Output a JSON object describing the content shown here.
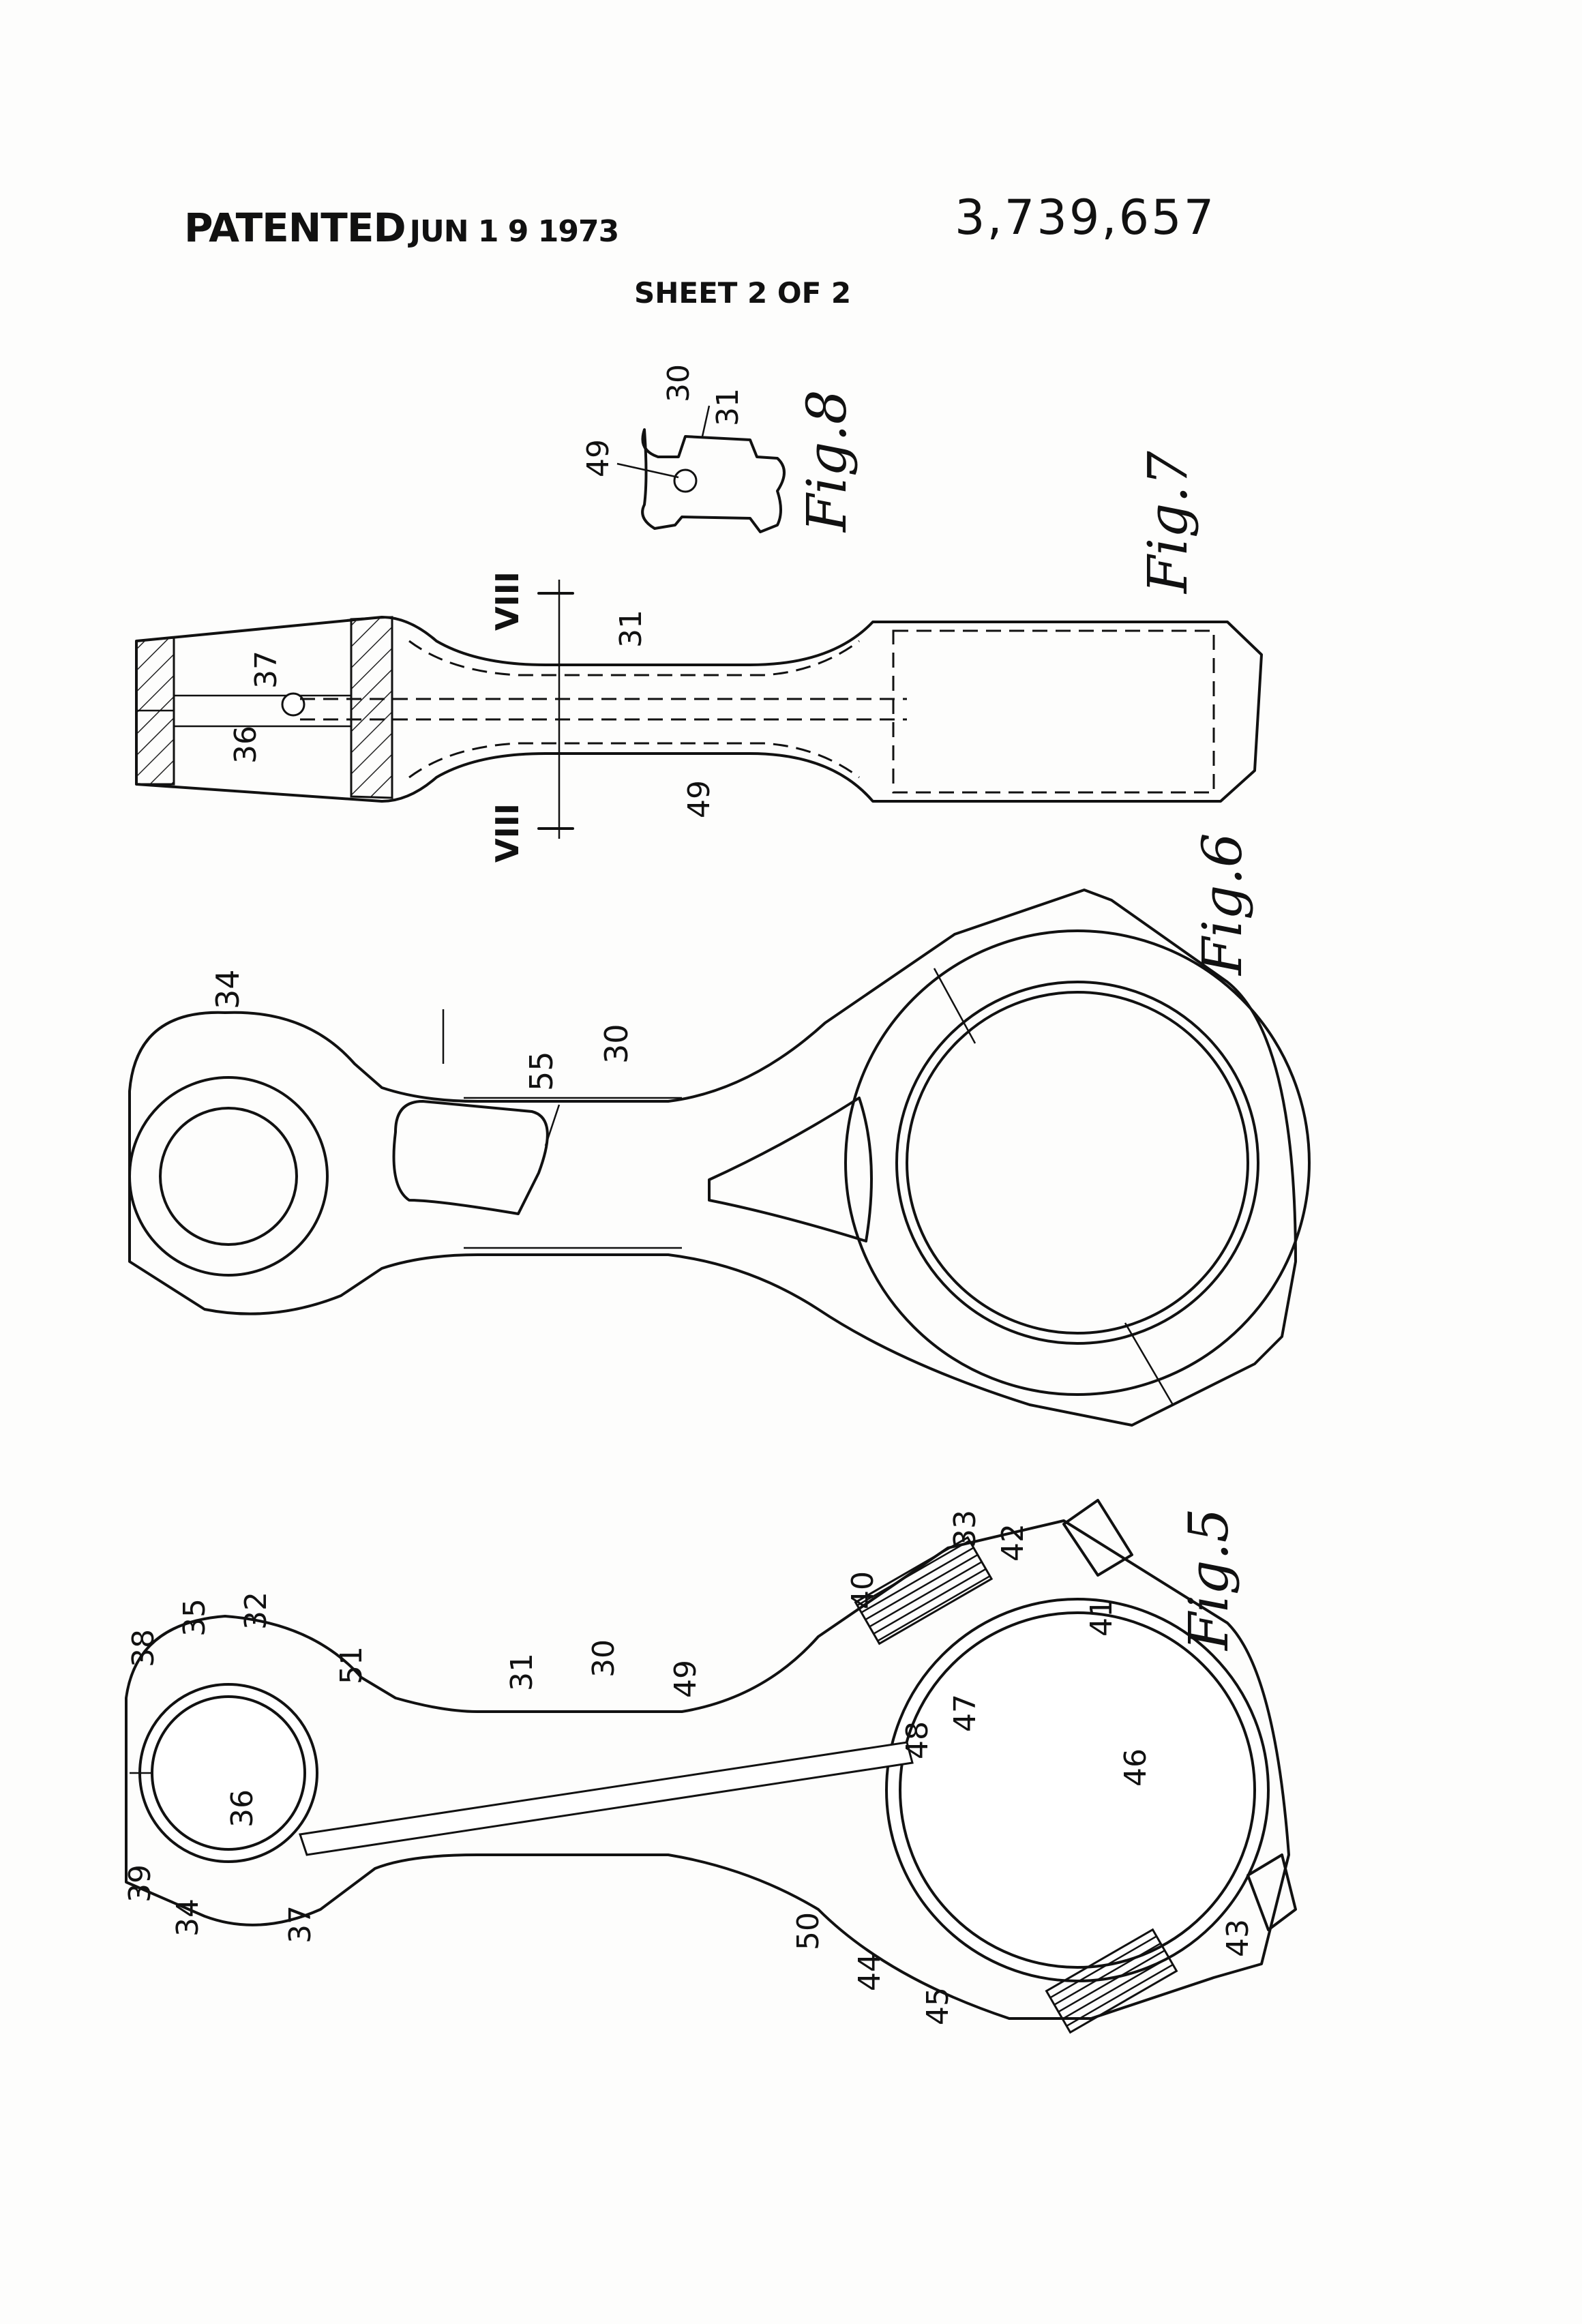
{
  "header": {
    "patented_label": "PATENTED",
    "patented_date": "JUN 1 9 1973",
    "patent_number": "3,739,657",
    "sheet": "SHEET 2 OF 2"
  },
  "figures": {
    "fig5": {
      "caption": "Fig.5",
      "reference_numerals": [
        "30",
        "31",
        "32",
        "33",
        "34",
        "35",
        "36",
        "37",
        "38",
        "39",
        "40",
        "41",
        "42",
        "43",
        "44",
        "45",
        "46",
        "47",
        "48",
        "49",
        "50",
        "51"
      ]
    },
    "fig6": {
      "caption": "Fig.6",
      "reference_numerals": [
        "30",
        "34",
        "55"
      ]
    },
    "fig7": {
      "caption": "Fig.7",
      "reference_numerals": [
        "31",
        "36",
        "37",
        "49"
      ],
      "section_marks": [
        "VIII",
        "VIII"
      ]
    },
    "fig8": {
      "caption": "Fig.8",
      "reference_numerals": [
        "30",
        "31",
        "49"
      ]
    }
  }
}
